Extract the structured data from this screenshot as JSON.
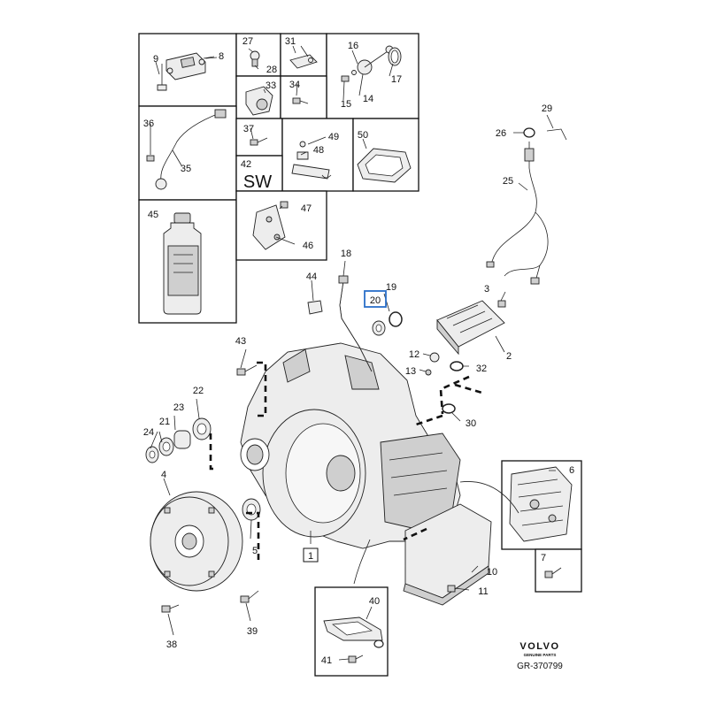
{
  "brand": {
    "name": "VOLVO",
    "tagline": "GENUINE PARTS"
  },
  "diagram_id": "GR-370799",
  "inset_labels": {
    "sw": "SW"
  },
  "colors": {
    "highlight": "#2a6fc9",
    "line": "#111111"
  },
  "parts": {
    "p1": "1",
    "p2": "2",
    "p3": "3",
    "p4": "4",
    "p5": "5",
    "p6": "6",
    "p7": "7",
    "p8": "8",
    "p9": "9",
    "p10": "10",
    "p11": "11",
    "p12": "12",
    "p13": "13",
    "p14": "14",
    "p15": "15",
    "p16": "16",
    "p17": "17",
    "p18": "18",
    "p19": "19",
    "p20": "20",
    "p21": "21",
    "p22": "22",
    "p23": "23",
    "p24": "24",
    "p25": "25",
    "p26": "26",
    "p27": "27",
    "p28": "28",
    "p29": "29",
    "p30": "30",
    "p31": "31",
    "p32": "32",
    "p33": "33",
    "p34": "34",
    "p35": "35",
    "p36": "36",
    "p37": "37",
    "p38": "38",
    "p39": "39",
    "p40": "40",
    "p41": "41",
    "p42": "42",
    "p43": "43",
    "p44": "44",
    "p45": "45",
    "p46": "46",
    "p47": "47",
    "p48": "48",
    "p49": "49",
    "p50": "50"
  }
}
